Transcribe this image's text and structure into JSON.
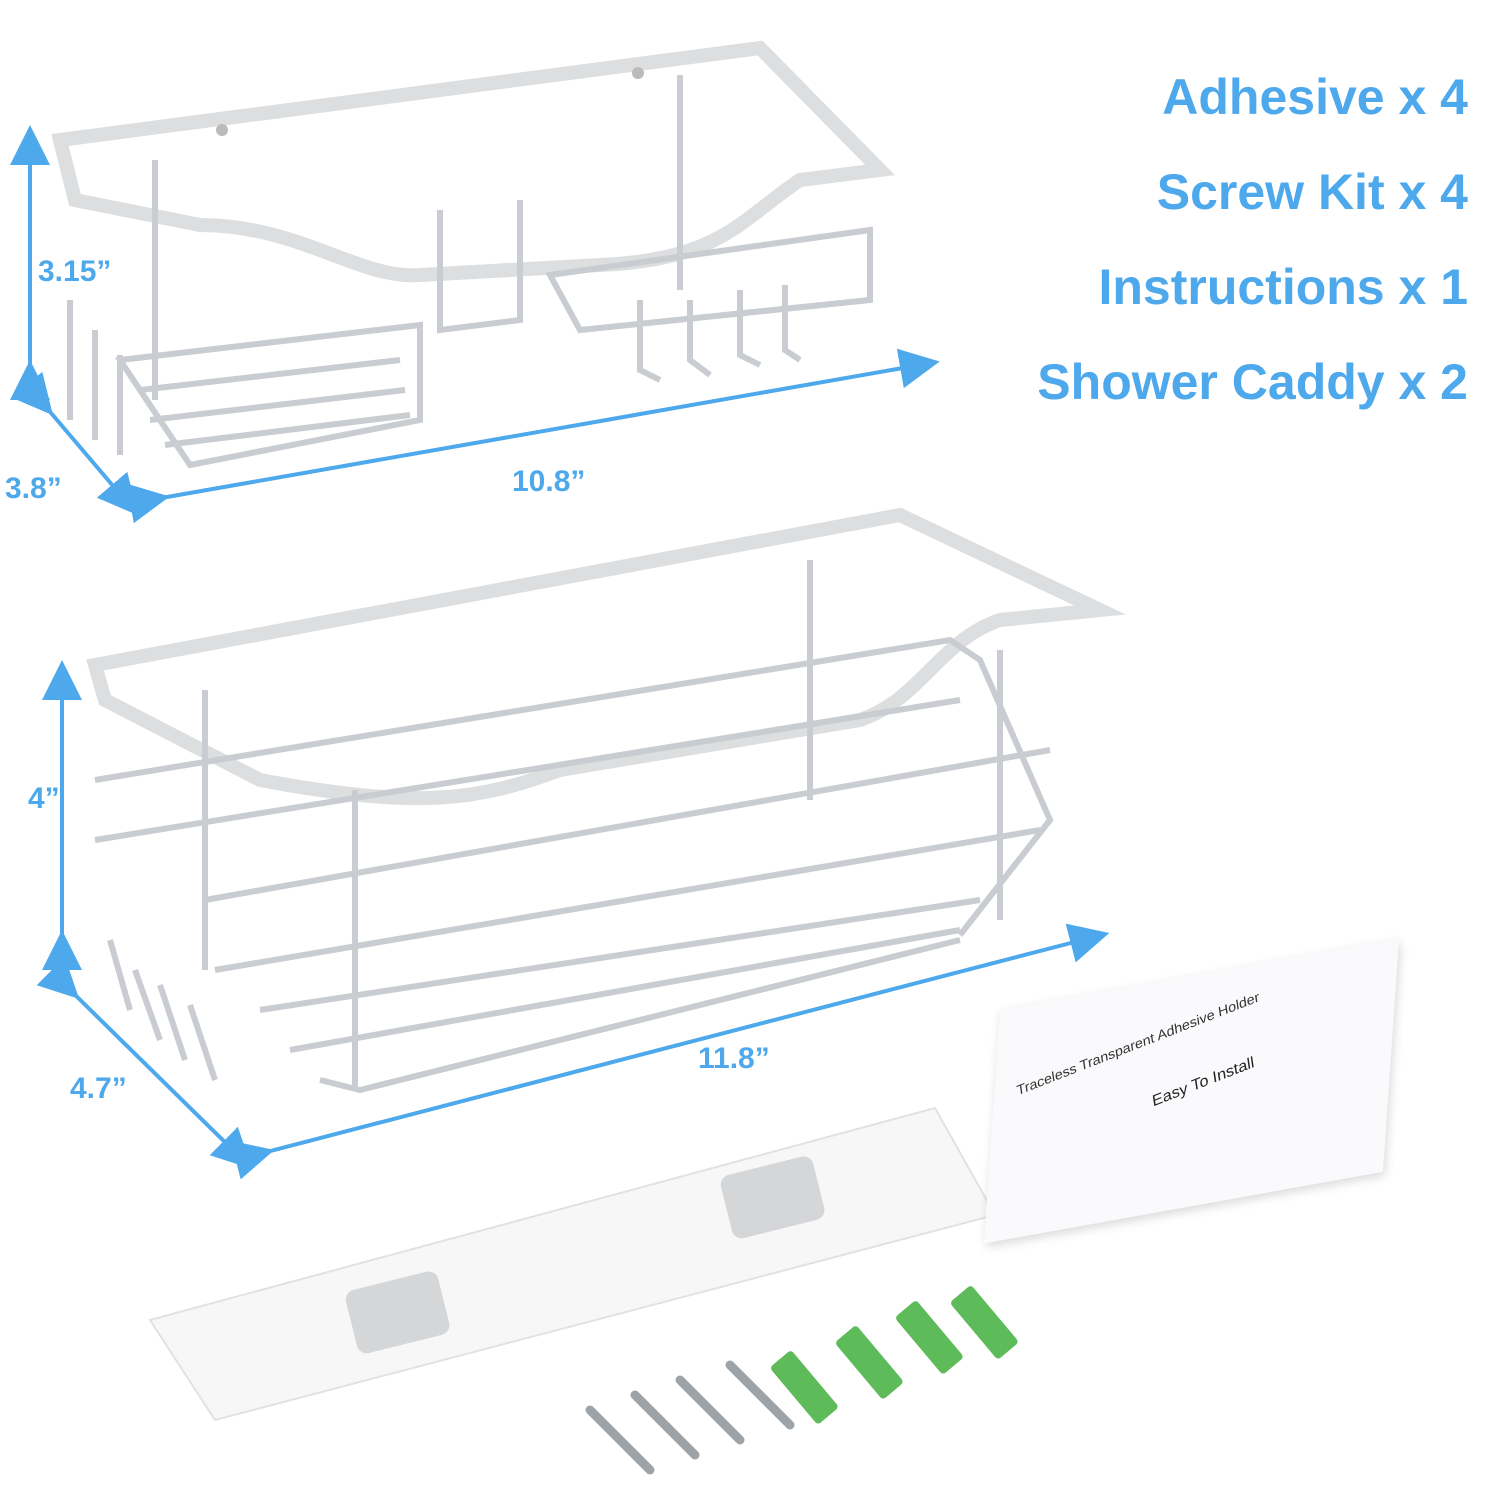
{
  "contents": [
    {
      "label": "Adhesive x 4"
    },
    {
      "label": "Screw Kit x 4"
    },
    {
      "label": "Instructions x 1"
    },
    {
      "label": "Shower Caddy x 2"
    }
  ],
  "small_caddy": {
    "height": "3.15”",
    "depth": "3.8”",
    "width": "10.8”"
  },
  "large_caddy": {
    "height": "4”",
    "depth": "4.7”",
    "width": "11.8”"
  },
  "instructions_sheet": {
    "title": "Traceless Transparent Adhesive Holder",
    "heading": "Easy To Install"
  },
  "colors": {
    "accent": "#4ea8ec",
    "wire": "#c9ccd0",
    "anchor": "#5dbb5a"
  }
}
